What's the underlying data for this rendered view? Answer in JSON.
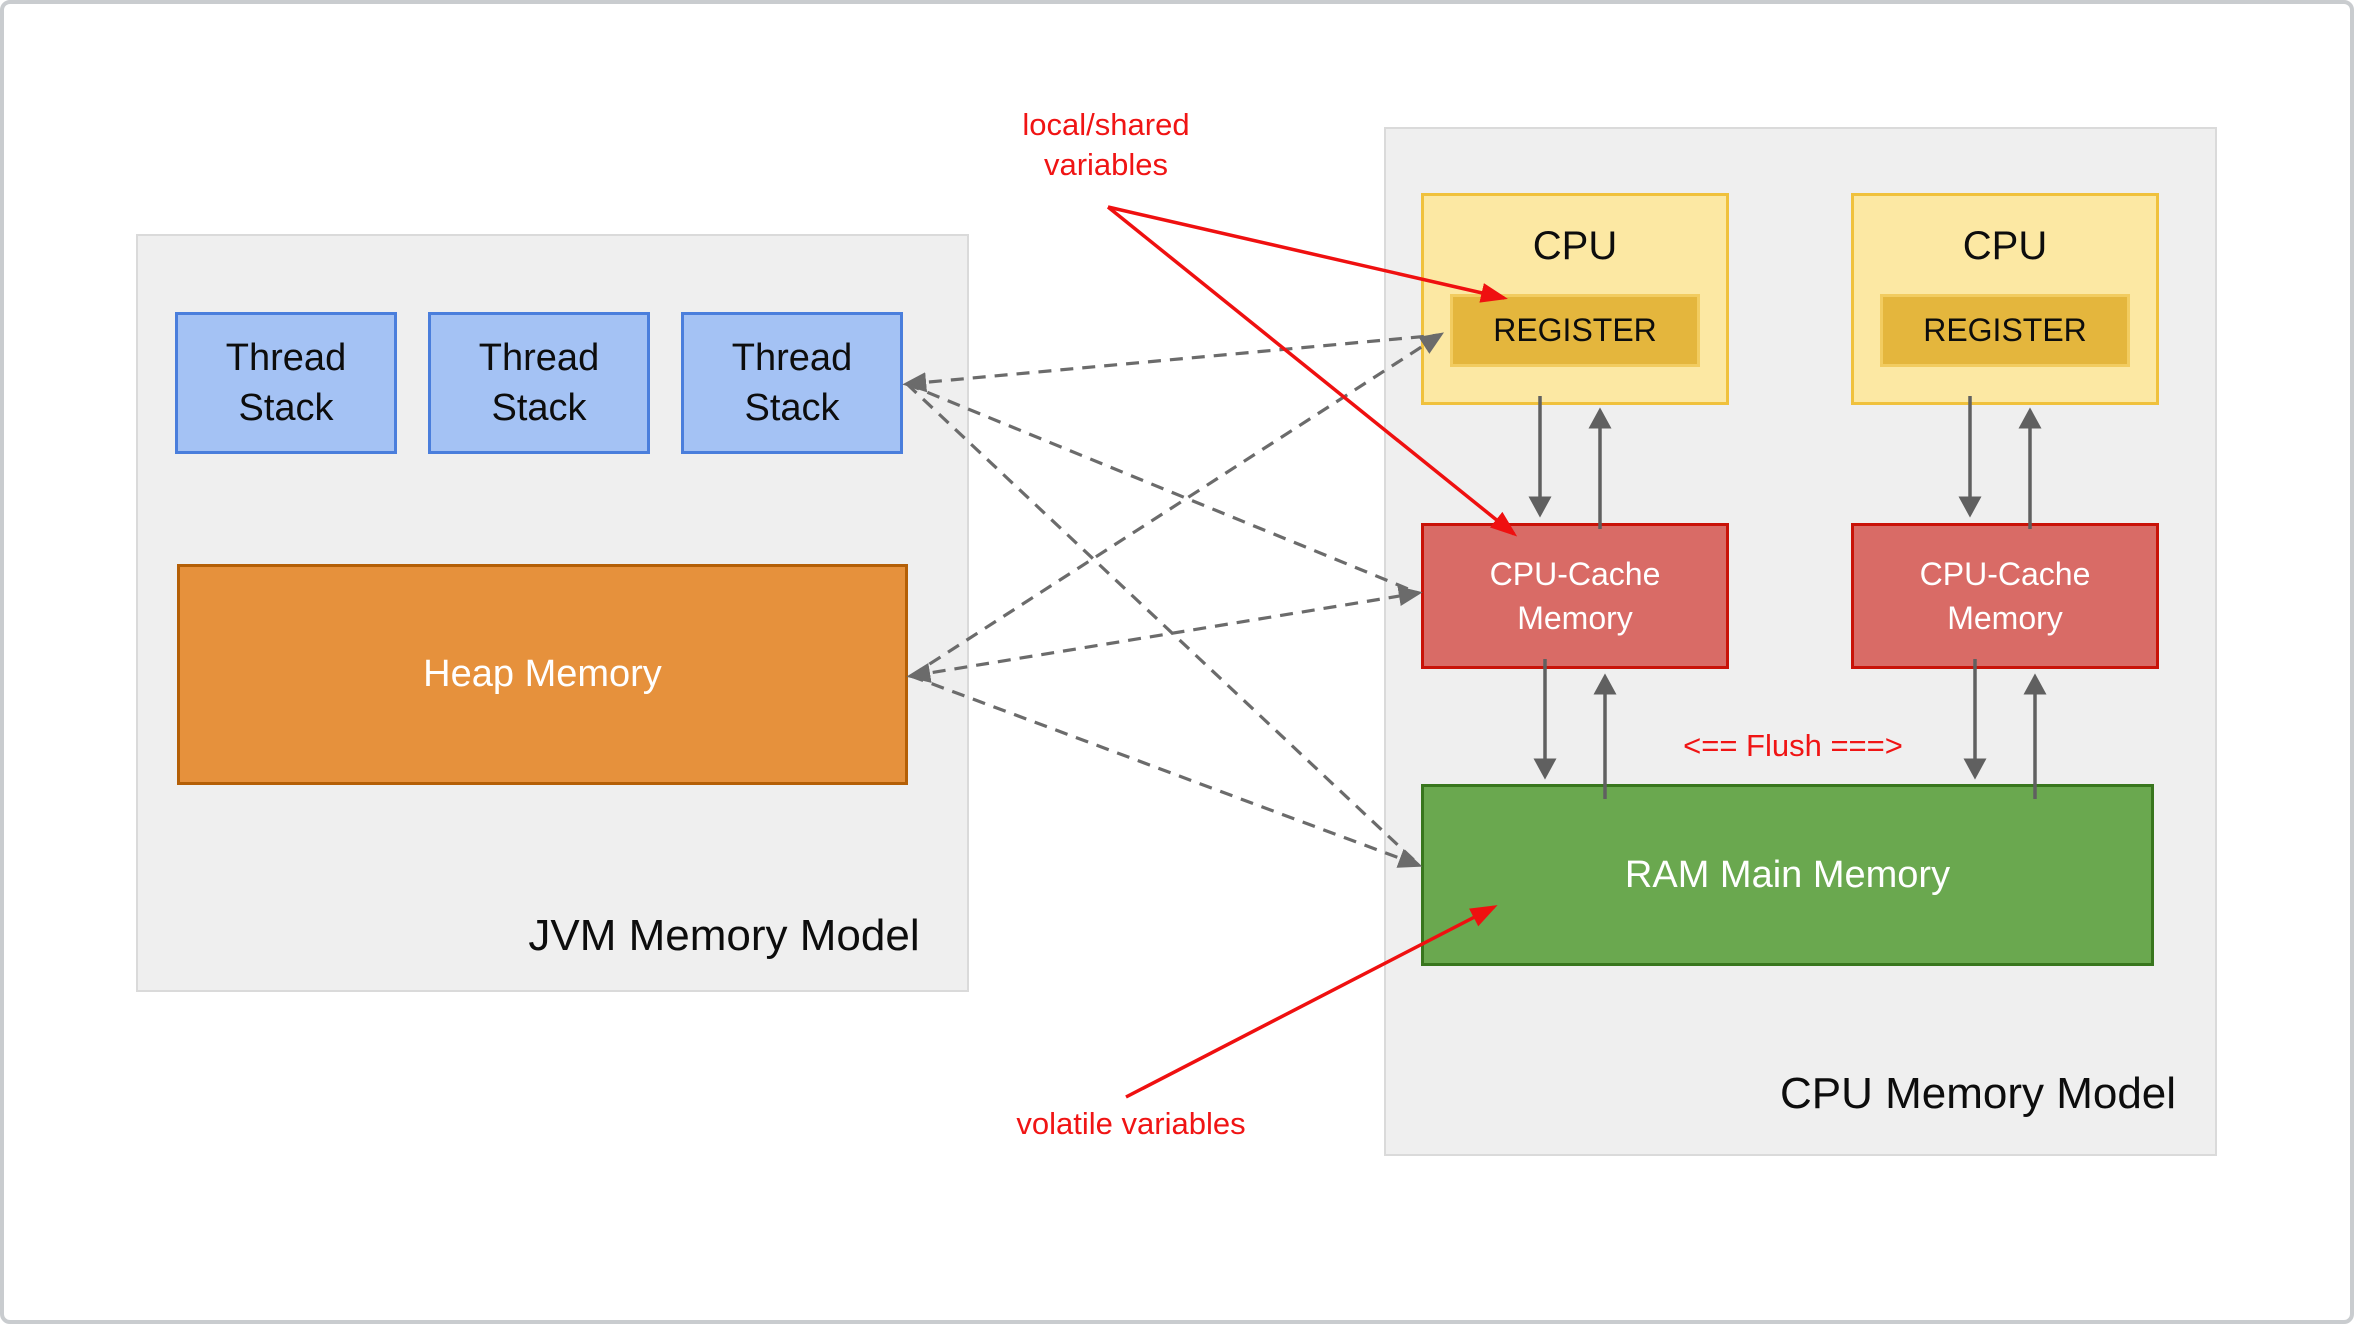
{
  "jvm": {
    "title": "JVM Memory Model",
    "thread_stacks": [
      "Thread Stack",
      "Thread Stack",
      "Thread Stack"
    ],
    "heap_label": "Heap Memory"
  },
  "cpu": {
    "title": "CPU Memory Model",
    "units": [
      {
        "cpu_label": "CPU",
        "register_label": "REGISTER",
        "cache_label": "CPU-Cache Memory"
      },
      {
        "cpu_label": "CPU",
        "register_label": "REGISTER",
        "cache_label": "CPU-Cache Memory"
      }
    ],
    "ram_label": "RAM Main Memory"
  },
  "annotations": {
    "local_shared": "local/shared variables",
    "volatile": "volatile variables",
    "flush": "<== Flush ===>"
  },
  "colors": {
    "canvas_border": "#c9cccf",
    "container_fill": "#efefef",
    "container_border": "#dadada",
    "thread_fill": "#a4c2f4",
    "thread_border": "#4a7edc",
    "heap_fill": "#e6913c",
    "heap_border": "#b45f06",
    "cpu_fill": "#fce8a3",
    "cpu_border": "#f0c13c",
    "register_fill": "#e4b63d",
    "register_border": "#f2cc60",
    "cache_fill": "#d96b66",
    "cache_border": "#c91208",
    "ram_fill": "#6aa84f",
    "ram_border": "#38761d",
    "annotation_red": "#f01414",
    "arrow_red": "#ef1010",
    "arrow_gray": "#606060",
    "dash_gray": "#6b6b6b",
    "text_dark": "#0d0d0d",
    "text_light": "#ffffff"
  }
}
